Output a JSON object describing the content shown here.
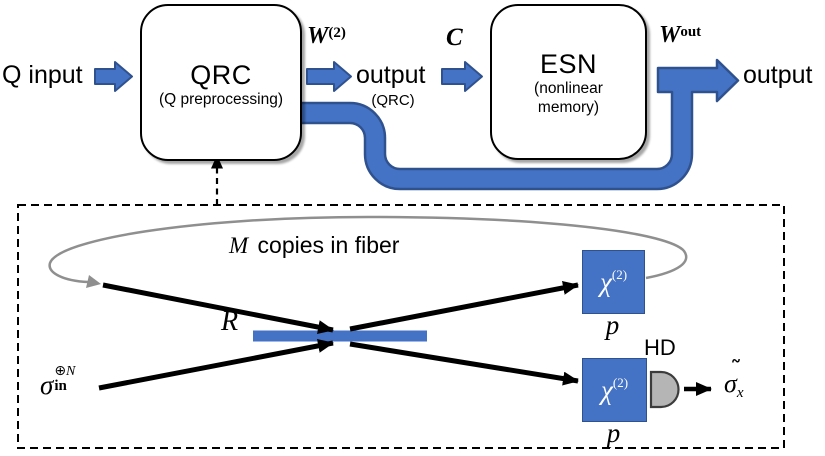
{
  "colors": {
    "accent_blue": "#4472C4",
    "accent_blue_dark": "#2F528F",
    "loop_gray": "#8F8F8F",
    "detector_fill": "#B5B5B5",
    "line_black": "#000000"
  },
  "top_flow": {
    "q_input_label": "Q input",
    "qrc_box": {
      "title": "QRC",
      "subtitle": "(Q preprocessing)"
    },
    "w2_label": {
      "base": "W",
      "sup": "(2)"
    },
    "qrc_output": {
      "label": "output",
      "caption": "(QRC)"
    },
    "c_label": "C",
    "esn_box": {
      "title": "ESN",
      "subtitle_line1": "(nonlinear",
      "subtitle_line2": "memory)"
    },
    "wout_label": {
      "base": "W",
      "sup": "out"
    },
    "final_output_label": "output"
  },
  "qrc_detail": {
    "loop_caption": {
      "var": "M",
      "rest": " copies in fiber"
    },
    "input_state": {
      "base": "σ",
      "sup": "⊕N",
      "sub": "in"
    },
    "reflectivity_label": "R",
    "chi_upper": {
      "base": "χ",
      "sup": "(2)",
      "pump": "p"
    },
    "chi_lower": {
      "base": "χ",
      "sup": "(2)",
      "pump": "p"
    },
    "detector_label": "HD",
    "measured_output": {
      "tilde": "˜",
      "base": "σ",
      "sub": "x"
    }
  }
}
